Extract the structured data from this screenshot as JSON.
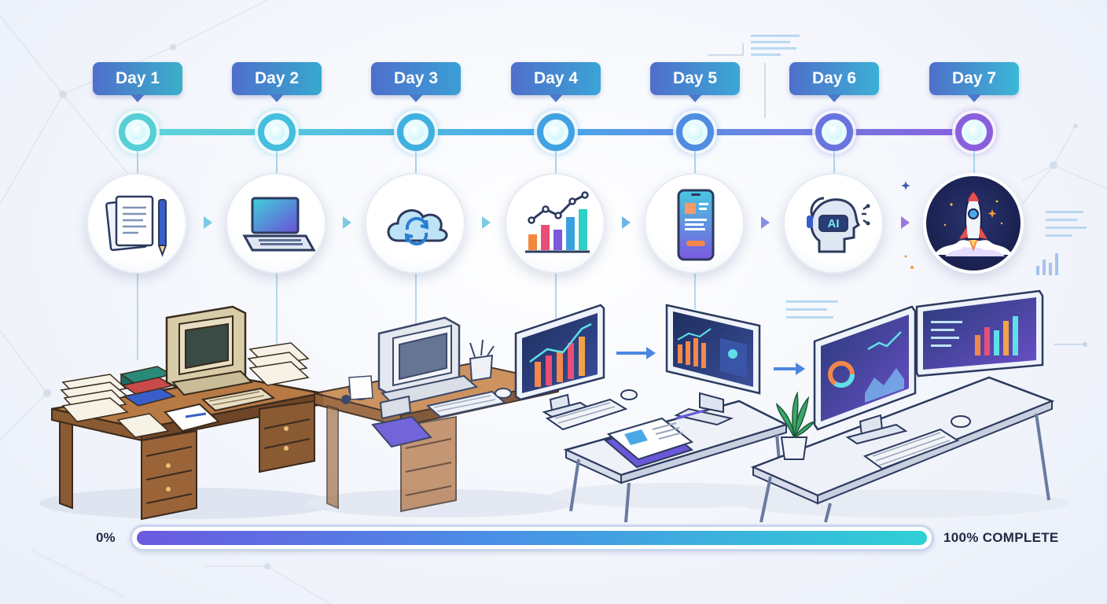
{
  "timeline": {
    "days": [
      {
        "label": "Day 1",
        "icon": "documents-pen-icon",
        "color": "#3ab0c9"
      },
      {
        "label": "Day 2",
        "icon": "laptop-icon",
        "color": "#36a9cf"
      },
      {
        "label": "Day 3",
        "icon": "cloud-sync-icon",
        "color": "#3a9fd6"
      },
      {
        "label": "Day 4",
        "icon": "bar-chart-icon",
        "color": "#4293dc"
      },
      {
        "label": "Day 5",
        "icon": "smartphone-app-icon",
        "color": "#5184e0"
      },
      {
        "label": "Day 6",
        "icon": "ai-head-icon",
        "color": "#6a72e0"
      },
      {
        "label": "Day 7",
        "icon": "rocket-icon",
        "color": "#7d5fdc"
      }
    ],
    "line_gradient": [
      "#5fd6d8",
      "#4aa8e8",
      "#8a5fdc"
    ]
  },
  "ai_label": "AI",
  "progress": {
    "start_label": "0%",
    "end_label": "100% COMPLETE",
    "fraction": 1.0
  }
}
